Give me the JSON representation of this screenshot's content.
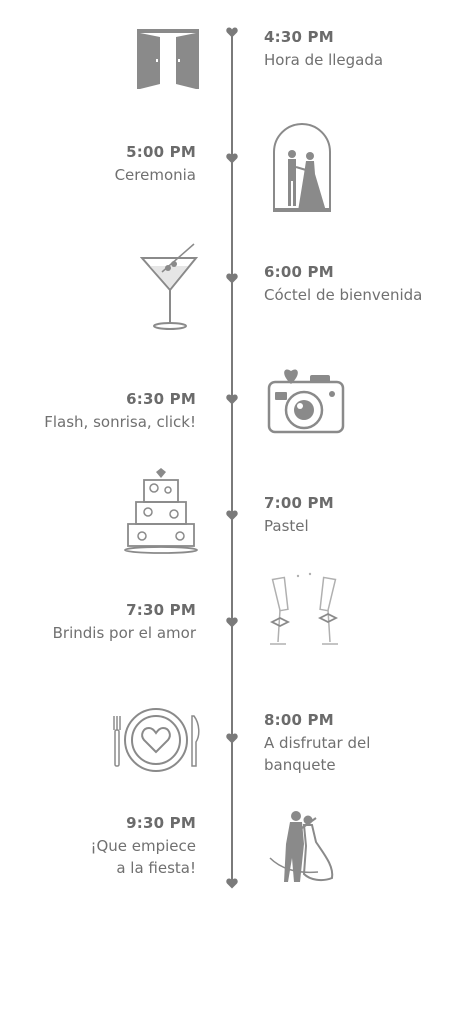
{
  "events": [
    {
      "time": "4:30 PM",
      "label": "Hora de llegada",
      "icon": "door-icon"
    },
    {
      "time": "5:00 PM",
      "label": "Ceremonia",
      "icon": "couple-arch-icon"
    },
    {
      "time": "6:00 PM",
      "label": "Cóctel de bienvenida",
      "icon": "martini-icon"
    },
    {
      "time": "6:30 PM",
      "label": "Flash, sonrisa, click!",
      "icon": "camera-icon"
    },
    {
      "time": "7:00 PM",
      "label": "Pastel",
      "icon": "wedding-cake-icon"
    },
    {
      "time": "7:30 PM",
      "label": "Brindis por el amor",
      "icon": "champagne-glasses-icon"
    },
    {
      "time": "8:00 PM",
      "label_line1": "A disfrutar del",
      "label_line2": "banquete",
      "icon": "plate-cutlery-icon"
    },
    {
      "time": "9:30 PM",
      "label_line1": "¡Que empiece",
      "label_line2": "a la fiesta!",
      "icon": "dancing-couple-icon"
    }
  ],
  "colors": {
    "line": "#7a7a7a",
    "text": "#6b6b6b",
    "icon": "#8a8a8a"
  }
}
